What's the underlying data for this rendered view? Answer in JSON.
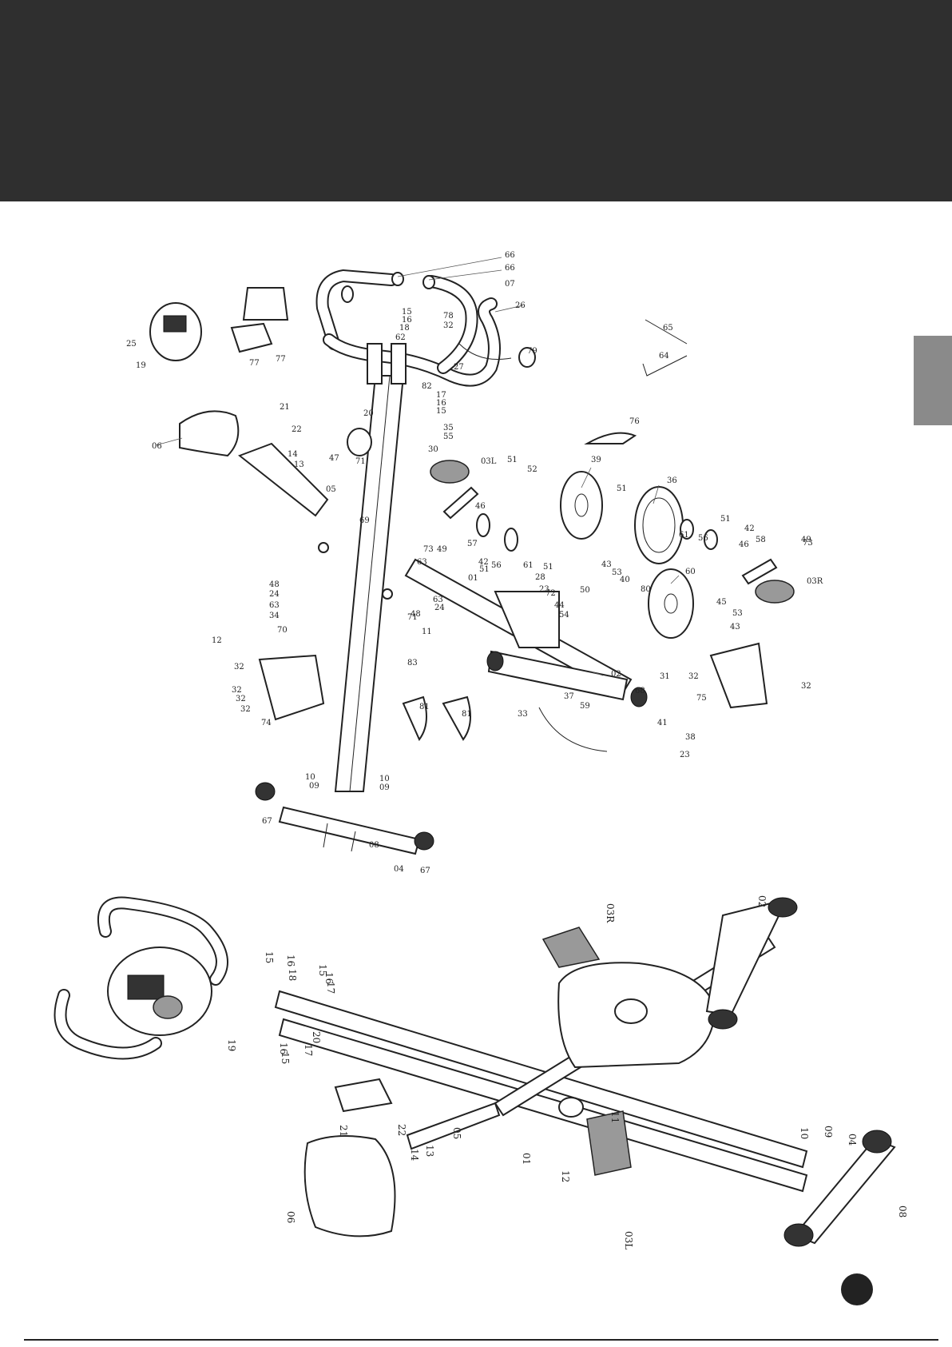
{
  "header": {
    "banner_color": "#2f2f2f",
    "side_tab_color": "#8a8a8a"
  },
  "footer": {
    "page_number": ""
  },
  "diagram": {
    "exploded_labels": [
      "66",
      "66",
      "07",
      "26",
      "25",
      "19",
      "77",
      "77",
      "15",
      "16",
      "18",
      "62",
      "78",
      "32",
      "27",
      "79",
      "65",
      "64",
      "82",
      "21",
      "22",
      "20",
      "17",
      "16",
      "15",
      "35",
      "55",
      "06",
      "14",
      "13",
      "47",
      "30",
      "03L",
      "05",
      "71",
      "76",
      "51",
      "52",
      "39",
      "36",
      "46",
      "51",
      "61",
      "56",
      "51",
      "42",
      "46",
      "58",
      "49",
      "73",
      "57",
      "49",
      "73",
      "42",
      "51",
      "56",
      "61",
      "51",
      "69",
      "01",
      "63",
      "48",
      "24",
      "63",
      "34",
      "28",
      "23",
      "72",
      "50",
      "44",
      "43",
      "53",
      "40",
      "80",
      "60",
      "03R",
      "45",
      "53",
      "43",
      "12",
      "70",
      "71",
      "63",
      "24",
      "48",
      "54",
      "11",
      "83",
      "32",
      "32",
      "32",
      "32",
      "74",
      "02",
      "31",
      "68",
      "32",
      "75",
      "32",
      "81",
      "81",
      "37",
      "59",
      "33",
      "41",
      "38",
      "23",
      "10",
      "09",
      "10",
      "09",
      "67",
      "08",
      "04",
      "67"
    ],
    "assembled_labels": [
      "03R",
      "02",
      "15",
      "16",
      "18",
      "15",
      "16",
      "17",
      "16",
      "15",
      "17",
      "20",
      "19",
      "21",
      "22",
      "14",
      "13",
      "05",
      "01",
      "12",
      "11",
      "03L",
      "10",
      "09",
      "04",
      "08",
      "06"
    ]
  }
}
